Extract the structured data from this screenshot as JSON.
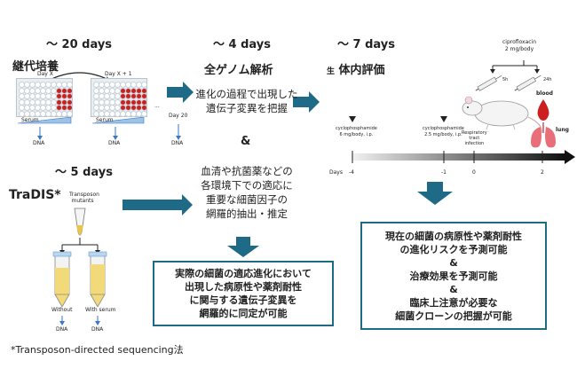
{
  "left": {
    "duration": "〜 20 days",
    "title": "継代培養",
    "day_x": "Day X",
    "day_x1": "Day X + 1",
    "dots": "...",
    "day_20": "Day 20",
    "serum": "Serum",
    "dna1": "DNA",
    "dna2": "DNA",
    "dna3": "DNA"
  },
  "tradis": {
    "duration": "〜 5 days",
    "title": "TraDIS*",
    "transposon": "Transposon\nmutants",
    "without": "Without",
    "with_serum": "With serum",
    "dna_a": "DNA",
    "dna_b": "DNA"
  },
  "middle": {
    "duration": "〜 4 days",
    "title": "全ゲノム解析",
    "text1": [
      "進化の過程で出現した",
      "遺伝子変異を把握"
    ],
    "amp": "&",
    "text2": [
      "血清や抗菌薬などの",
      "各環境下での適応に",
      "重要な細菌因子の",
      "網羅的抽出・推定"
    ],
    "box": [
      "実際の細菌の適応進化において",
      "出現した病原性や薬剤耐性",
      "に関与する遺伝子変異を",
      "網羅的に同定が可能"
    ]
  },
  "right": {
    "duration": "〜 7 days",
    "title_prefix": "生",
    "title": "体内評価",
    "cipro": [
      "ciprofloxacin",
      "2 mg/body"
    ],
    "time1": "5h",
    "time2": "24h",
    "blood": "blood",
    "lung": "lung",
    "cyclo1": [
      "cyclophosphamide",
      "6 mg/body, i.p."
    ],
    "cyclo2": [
      "cyclophosphamide",
      "2.5 mg/body, i.p."
    ],
    "resp": [
      "Respiratory",
      "tract",
      "infection"
    ],
    "days": "Days",
    "ticks": [
      "-4",
      "-1",
      "0",
      "2"
    ],
    "box": [
      "現在の細菌の病原性や薬剤耐性",
      "の進化リスクを予測可能",
      "&",
      "治療効果を予測可能",
      "&",
      "臨床上注意が必要な",
      "細菌クローンの把握が可能"
    ]
  },
  "footnote": "*Transposon-directed sequencing法",
  "colors": {
    "teal": "#1f6b87",
    "red": "#cc1f1f"
  },
  "chart_data": {
    "type": "timeline",
    "axis_label": "Days",
    "events": [
      {
        "day": -4,
        "label": "cyclophosphamide 6 mg/body, i.p."
      },
      {
        "day": -1,
        "label": "cyclophosphamide 2.5 mg/body, i.p."
      },
      {
        "day": 0,
        "label": "Respiratory tract infection"
      },
      {
        "day": 2,
        "label": "blood, lung"
      }
    ]
  }
}
